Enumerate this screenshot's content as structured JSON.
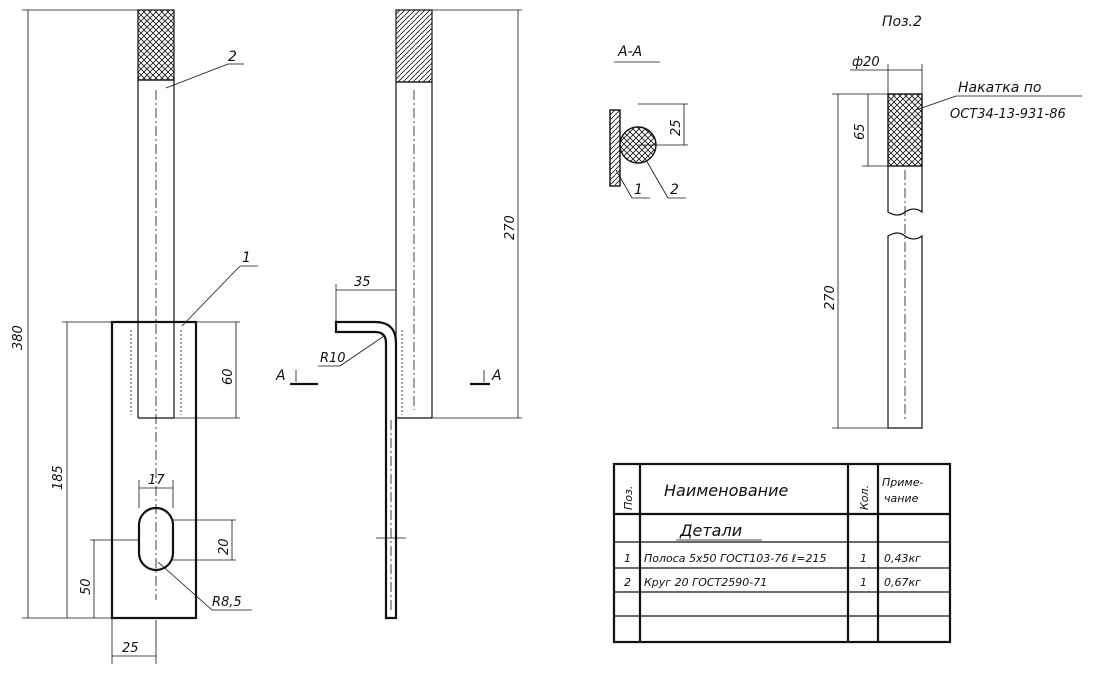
{
  "views": {
    "front": {
      "total_height": "380",
      "part2_callout": "2",
      "part1_callout": "1",
      "overlap": "60",
      "plate_length": "185",
      "slot_width": "17",
      "slot_height": "20",
      "slot_offset": "50",
      "slot_radius": "R8,5",
      "plate_width": "25"
    },
    "side": {
      "rod_length": "270",
      "bend_offset": "35",
      "bend_radius": "R10",
      "section_mark_left": "A",
      "section_mark_right": "A"
    },
    "section": {
      "title": "А-А",
      "size": "25",
      "callout_1": "1",
      "callout_2": "2"
    },
    "pos2": {
      "title": "Поз.2",
      "diameter": "ф20",
      "knurl_note_line1": "Накатка по",
      "knurl_note_line2": "ОСТ34-13-931-86",
      "knurl_length": "65",
      "length": "270"
    }
  },
  "spec_table": {
    "headers": {
      "pos": "Поз.",
      "name": "Наименование",
      "qty": "Кол.",
      "note_line1": "Приме-",
      "note_line2": "чание"
    },
    "section_title": "Детали",
    "rows": [
      {
        "pos": "1",
        "name": "Полоса 5х50 ГОСТ103-76 ℓ=215",
        "qty": "1",
        "note": "0,43кг"
      },
      {
        "pos": "2",
        "name": "Круг 20 ГОСТ2590-71",
        "qty": "1",
        "note": "0,67кг"
      }
    ]
  }
}
